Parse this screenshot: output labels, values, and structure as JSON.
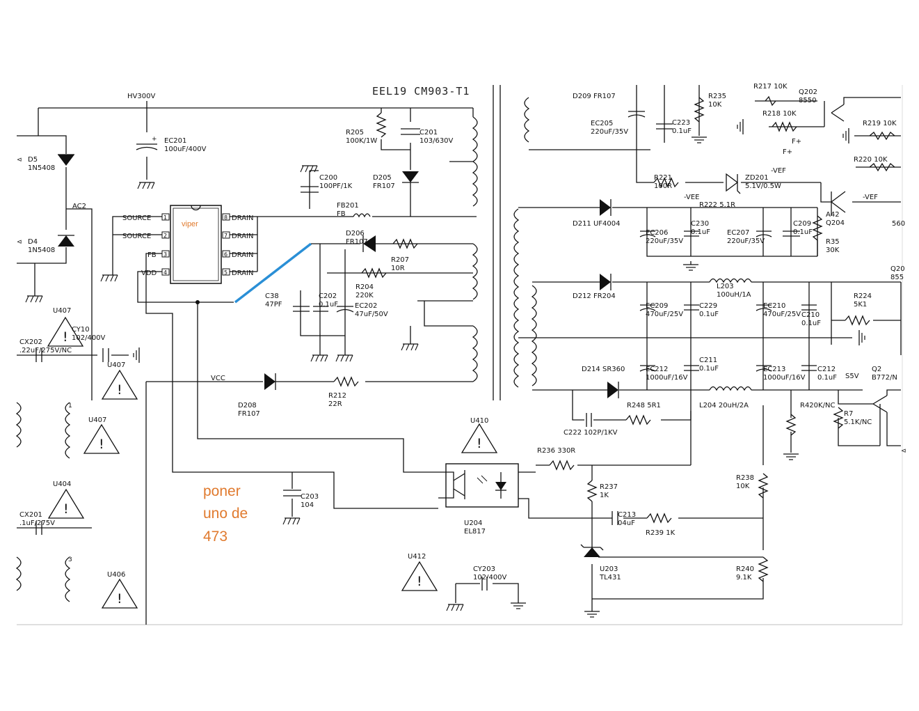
{
  "title": "EEL19 CM903-T1",
  "annotation": {
    "lines": [
      "poner",
      "uno de",
      "473"
    ],
    "color": "#e07a2e"
  },
  "ic": {
    "label": "viper",
    "pins": [
      "SOURCE",
      "SOURCE",
      "FB",
      "VDD",
      "DRAIN",
      "DRAIN",
      "DRAIN",
      "DRAIN"
    ],
    "pin_numbers": [
      "1",
      "2",
      "3",
      "4",
      "8",
      "7",
      "6",
      "5"
    ]
  },
  "highlight_color": "#2a8fd6",
  "nets": {
    "hv": "HV300V",
    "ac2": "AC2",
    "vcc": "VCC",
    "vef1": "-VEF",
    "vef2": "-VEE",
    "vef3": "-VEF",
    "fplus": "F+",
    "fplus2": "F+",
    "s5v": "S5V"
  },
  "labels": [
    {
      "id": "EC201",
      "lines": [
        "EC201",
        "100uF/400V"
      ]
    },
    {
      "id": "D5",
      "lines": [
        "D5",
        "1N5408"
      ]
    },
    {
      "id": "D4",
      "lines": [
        "D4",
        "1N5408"
      ]
    },
    {
      "id": "R205",
      "lines": [
        "R205",
        "100K/1W"
      ]
    },
    {
      "id": "C201",
      "lines": [
        "C201",
        "103/630V"
      ]
    },
    {
      "id": "D205",
      "lines": [
        "D205",
        "FR107"
      ]
    },
    {
      "id": "C200",
      "lines": [
        "C200",
        "100PF/1K"
      ]
    },
    {
      "id": "FB201",
      "lines": [
        "FB201",
        "FB"
      ]
    },
    {
      "id": "D206",
      "lines": [
        "D206",
        "FR107"
      ]
    },
    {
      "id": "R207",
      "lines": [
        "R207",
        "10R"
      ]
    },
    {
      "id": "R204",
      "lines": [
        "R204",
        "220K"
      ]
    },
    {
      "id": "C38",
      "lines": [
        "C38",
        "47PF"
      ]
    },
    {
      "id": "C202",
      "lines": [
        "C202",
        "0.1uF"
      ]
    },
    {
      "id": "EC202",
      "lines": [
        "EC202",
        "47uF/50V"
      ]
    },
    {
      "id": "U407a",
      "lines": [
        "U407"
      ]
    },
    {
      "id": "CY10",
      "lines": [
        "CY10",
        "102/400V"
      ]
    },
    {
      "id": "CX202",
      "lines": [
        "CX202",
        ".22uF/275V/NC"
      ]
    },
    {
      "id": "U407b",
      "lines": [
        "U407"
      ]
    },
    {
      "id": "U407c",
      "lines": [
        "U407"
      ]
    },
    {
      "id": "U404",
      "lines": [
        "U404"
      ]
    },
    {
      "id": "CX201",
      "lines": [
        "CX201",
        ".1uF/275V"
      ]
    },
    {
      "id": "U406",
      "lines": [
        "U406"
      ]
    },
    {
      "id": "D208",
      "lines": [
        "D208",
        "FR107"
      ]
    },
    {
      "id": "R212",
      "lines": [
        "R212",
        "22R"
      ]
    },
    {
      "id": "C203",
      "lines": [
        "C203",
        "104"
      ]
    },
    {
      "id": "U410",
      "lines": [
        "U410"
      ]
    },
    {
      "id": "U204",
      "lines": [
        "U204",
        "EL817"
      ]
    },
    {
      "id": "U412",
      "lines": [
        "U412"
      ]
    },
    {
      "id": "CY203",
      "lines": [
        "CY203",
        "102/400V"
      ]
    },
    {
      "id": "R236",
      "lines": [
        "R236  330R"
      ]
    },
    {
      "id": "R237",
      "lines": [
        "R237",
        "1K"
      ]
    },
    {
      "id": "C213",
      "lines": [
        "C213",
        "04uF"
      ]
    },
    {
      "id": "R239",
      "lines": [
        "R239  1K"
      ]
    },
    {
      "id": "U203",
      "lines": [
        "U203",
        "TL431"
      ]
    },
    {
      "id": "R238",
      "lines": [
        "R238",
        "10K"
      ]
    },
    {
      "id": "R240",
      "lines": [
        "R240",
        "9.1K"
      ]
    },
    {
      "id": "D209",
      "lines": [
        "D209  FR107"
      ]
    },
    {
      "id": "R235",
      "lines": [
        "R235",
        "10K"
      ]
    },
    {
      "id": "EC205",
      "lines": [
        "EC205",
        "220uF/35V"
      ]
    },
    {
      "id": "C223",
      "lines": [
        "C223",
        "0.1uF"
      ]
    },
    {
      "id": "R217",
      "lines": [
        "R217  10K"
      ]
    },
    {
      "id": "Q202",
      "lines": [
        "Q202",
        "8550"
      ]
    },
    {
      "id": "R218",
      "lines": [
        "R218  10K"
      ]
    },
    {
      "id": "R219",
      "lines": [
        "R219  10K"
      ]
    },
    {
      "id": "R221",
      "lines": [
        "R221",
        "100R"
      ]
    },
    {
      "id": "ZD201",
      "lines": [
        "ZD201",
        "5.1V/0.5W"
      ]
    },
    {
      "id": "R220",
      "lines": [
        "R220  10K"
      ]
    },
    {
      "id": "D211",
      "lines": [
        "D211  UF4004"
      ]
    },
    {
      "id": "R222",
      "lines": [
        "R222  5.1R"
      ]
    },
    {
      "id": "EC206",
      "lines": [
        "EC206",
        "220uF/35V"
      ]
    },
    {
      "id": "C230",
      "lines": [
        "C230",
        "0.1uF"
      ]
    },
    {
      "id": "EC207",
      "lines": [
        "EC207",
        "220uF/35V"
      ]
    },
    {
      "id": "C209",
      "lines": [
        "C209",
        "0.1uF"
      ]
    },
    {
      "id": "A42",
      "lines": [
        "A42",
        "Q204"
      ]
    },
    {
      "id": "R35",
      "lines": [
        "R35",
        "30K"
      ]
    },
    {
      "id": "R560",
      "lines": [
        "560"
      ]
    },
    {
      "id": "D212",
      "lines": [
        "D212  FR204"
      ]
    },
    {
      "id": "L203",
      "lines": [
        "L203",
        "100uH/1A"
      ]
    },
    {
      "id": "EC209",
      "lines": [
        "EC209",
        "470uF/25V"
      ]
    },
    {
      "id": "C229",
      "lines": [
        "C229",
        "0.1uF"
      ]
    },
    {
      "id": "EC210",
      "lines": [
        "EC210",
        "470uF/25V"
      ]
    },
    {
      "id": "C210",
      "lines": [
        "C210",
        "0.1uF"
      ]
    },
    {
      "id": "R224",
      "lines": [
        "R224",
        "5K1"
      ]
    },
    {
      "id": "Q20",
      "lines": [
        "Q20",
        "855"
      ]
    },
    {
      "id": "D214",
      "lines": [
        "D214  SR360"
      ]
    },
    {
      "id": "EC212",
      "lines": [
        "EC212",
        "1000uF/16V"
      ]
    },
    {
      "id": "C211",
      "lines": [
        "C211",
        "0.1uF"
      ]
    },
    {
      "id": "EC213",
      "lines": [
        "EC213",
        "1000uF/16V"
      ]
    },
    {
      "id": "C212",
      "lines": [
        "C212",
        "0.1uF"
      ]
    },
    {
      "id": "Q2",
      "lines": [
        "Q2",
        "B772/N"
      ]
    },
    {
      "id": "R248",
      "lines": [
        "R248  5R1"
      ]
    },
    {
      "id": "L204",
      "lines": [
        "L204  20uH/2A"
      ]
    },
    {
      "id": "R42",
      "lines": [
        "R420K/NC"
      ]
    },
    {
      "id": "R7",
      "lines": [
        "R7",
        "5.1K/NC"
      ]
    },
    {
      "id": "C222",
      "lines": [
        "C222  102P/1KV"
      ]
    }
  ]
}
